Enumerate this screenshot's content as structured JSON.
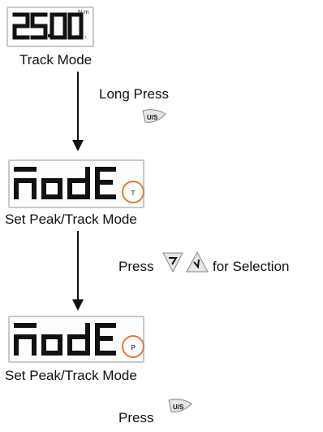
{
  "step1": {
    "display_value": "25.00",
    "unit_text": "N·m",
    "indicator_text": "M↑↑",
    "caption": "Track Mode"
  },
  "action1": {
    "label": "Long Press",
    "button_text": "U/S"
  },
  "step2": {
    "display_text": "nodE",
    "mode_indicator": "T",
    "caption": "Set Peak/Track Mode"
  },
  "action2": {
    "label": "Press",
    "suffix": "for Selection"
  },
  "step3": {
    "display_text": "nodE",
    "mode_indicator": "P",
    "caption": "Set Peak/Track Mode"
  },
  "action3": {
    "label": "Press",
    "button_text": "U/S"
  },
  "colors": {
    "highlight_circle": "#e07b39",
    "lcd_border": "#c9c9c9",
    "segment": "#111111",
    "button_fill": "#e6e6e6"
  }
}
